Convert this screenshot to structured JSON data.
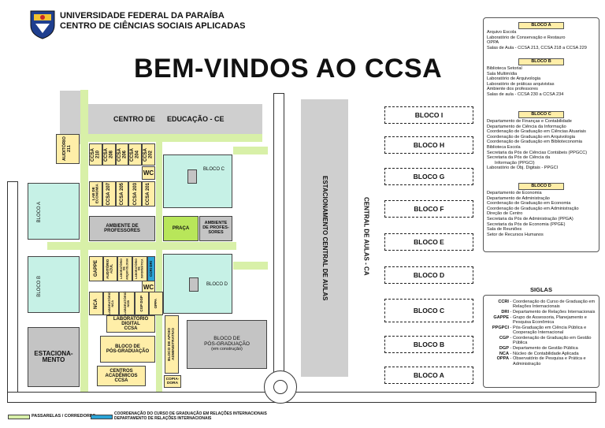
{
  "header": {
    "university": "UNIVERSIDADE FEDERAL DA PARAÍBA",
    "center": "CENTRO DE CIÊNCIAS SOCIAIS APLICADAS",
    "welcome": "BEM-VINDOS AO CCSA"
  },
  "map": {
    "centro_educacao_a": "CENTRO DE",
    "centro_educacao_b": "EDUCAÇÃO - CE",
    "auditorio_211": "AUDITÓRIO 211",
    "ccsa_rooms_top": [
      "CCSA 210",
      "CCSA 208",
      "CCSA 206",
      "CCSA 204",
      "CCSA 202"
    ],
    "ccsa_rooms_mid": [
      "LAB DE ECONOMIA",
      "CCSA 207",
      "CCSA 205",
      "CCSA 203",
      "CCSA 201"
    ],
    "wc": "WC",
    "bloco_c": "BLOCO C",
    "bloco_a": "BLOCO A",
    "bloco_b": "BLOCO B",
    "bloco_d": "BLOCO D",
    "ambiente_professores_a": "AMBIENTE DE",
    "ambiente_professores_b": "PROFESSORES",
    "praca": "PRAÇA",
    "ambiente_profes_sores": "AMBIENTE DE PROFES- SORES",
    "gappe": "GAPPE",
    "auditorio_azul": "AUDITÓRIO AZUL",
    "lab_arquivo": "LABORATÓRIO DE ARQUIVOLOGIA",
    "lab_informatica": "LABORATÓRIO DE INFORMÁTICA",
    "ccri_dri": "CCRI DRI",
    "nca": "NCA",
    "lab_nca": "LABORATÓRIO NCA",
    "lab_ncb": "LABORATÓRIO NCB",
    "cgp_dgp": "CGP DGP",
    "oppa": "OPPA",
    "lab_digital_a": "LABORATÓRIO",
    "lab_digital_b": "DIGITAL",
    "lab_digital_c": "CCSA",
    "bloco_pos_small_a": "BLOCO DE",
    "bloco_pos_small_b": "PÓS-GRADUAÇÃO",
    "centros_a": "CENTROS",
    "centros_b": "ACADÊMICOS",
    "centros_c": "CCSA",
    "bloco_apoio": "BLOCO DE APOIO ADMINISTRATIVO",
    "copiadora": "COPIA- DORA",
    "bloco_pos_big_a": "BLOCO DE",
    "bloco_pos_big_b": "PÓS-GRADUAÇÃO",
    "bloco_pos_big_c": "(em construção)",
    "estacionamento_a": "ESTACIONA-",
    "estacionamento_b": "MENTO",
    "estacionamento_central": "ESTACIONAMENTO CENTRAL DE AULAS",
    "central_aulas": "CENTRAL DE AULAS - CA",
    "blocos_direita": [
      "BLOCO I",
      "BLOCO H",
      "BLOCO G",
      "BLOCO F",
      "BLOCO E",
      "BLOCO D",
      "BLOCO C",
      "BLOCO B",
      "BLOCO A"
    ],
    "legend_passarelas": "PASSARELAS / CORREDORES",
    "legend_ccri_a": "COORDENAÇÃO DO CURSO DE GRADUAÇÃO EM RELAÇÕES INTERNACIONAIS",
    "legend_ccri_b": "DEPARTAMENTO DE RELAÇÕES INTERNACIONAIS"
  },
  "colors": {
    "walkway": "#d8f0a8",
    "building_mint": "#c6f1e6",
    "building_yellow": "#ffeea8",
    "building_gray": "#c4c4c4",
    "praca": "#b8e65a",
    "ccri": "#2aa3d6"
  },
  "panel": {
    "bloco_a_title": "BLOCO A",
    "bloco_a_items": [
      "Arquivo Escola",
      "Laboratório de Conservação e Restauro",
      "OPPA",
      "Salas de Aula - CCSA 213, CCSA 218 a CCSA 229"
    ],
    "bloco_b_title": "BLOCO B",
    "bloco_b_items": [
      "Biblioteca Setorial",
      "Sala Multimídia",
      "Laboratório de Arquivologia",
      "Laboratório de práticas arquivistas",
      "Ambiente dos professores",
      "Salas de aula - CCSA 230 a CCSA 234"
    ],
    "bloco_c_title": "BLOCO C",
    "bloco_c_items": [
      "Departamento de Finanças e Contabilidade",
      "Departamento de Ciência da Informação",
      "Coordenação de Graduação em Ciências Atuariais",
      "Coordenação de Graduação em Arquivologia",
      "Coordenação de Graduação em Biblioteconomia",
      "Biblioteca Escola",
      "Secretaria da Pós de Ciências Contábeis (PPGCC)",
      "Secretaria da Pós de Ciência da",
      "Informação (PPGCI)",
      "Laboratório de Obj. Digitais - PPGCI"
    ],
    "bloco_d_title": "BLOCO D",
    "bloco_d_items": [
      "Departamento de Economia",
      "Departamento de Administração",
      "Coordenação de Graduação em Economia",
      "Coordenação de Graduação em Administração",
      "Direção de Centro",
      "Secretaria da Pós de Administração (PPGA)",
      "Secretaria da Pós de Economia (PPGE)",
      "Sala de Reuniões",
      "Setor de Recursos Humanos"
    ],
    "siglas_title": "SIGLAS",
    "siglas": [
      {
        "abbr": "CCRI",
        "desc": "Coordenação do Curso de Graduação em Relações Internacionais"
      },
      {
        "abbr": "DRI",
        "desc": "Departamento de Relações Internacionais"
      },
      {
        "abbr": "GAPPE",
        "desc": "Grupo de Assessoria, Planejamento e Pesquisa Econômica"
      },
      {
        "abbr": "PPGPCI",
        "desc": "Pós-Graduação em Ciência Pública e Cooperação Internacional"
      },
      {
        "abbr": "CGP",
        "desc": "Coordenação de Graduação em Gestão Pública"
      },
      {
        "abbr": "DGP",
        "desc": "Departamento de Gestão Pública"
      },
      {
        "abbr": "NCA",
        "desc": "Núcleo de Contabilidade Aplicada"
      },
      {
        "abbr": "OPPA",
        "desc": "Observatório de Pesquisa e Prática e Administração"
      }
    ]
  }
}
